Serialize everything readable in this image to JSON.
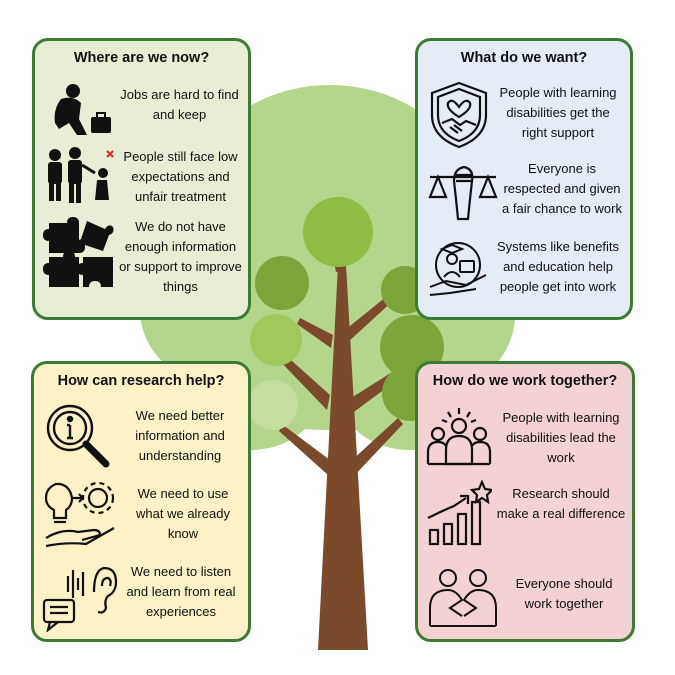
{
  "panels": {
    "now": {
      "title": "Where are we now?",
      "items": [
        {
          "text": "Jobs are hard to find and keep",
          "icon": "person-with-briefcase-icon"
        },
        {
          "text": "People still face low expectations and unfair treatment",
          "icon": "excluded-people-icon"
        },
        {
          "text": "We do not have enough information or support to improve things",
          "icon": "puzzle-pieces-icon"
        }
      ]
    },
    "want": {
      "title": "What do we want?",
      "items": [
        {
          "text": "People with learning disabilities get the right support",
          "icon": "heart-shield-handshake-icon"
        },
        {
          "text": "Everyone is respected and given a fair chance to work",
          "icon": "balance-scales-fist-icon"
        },
        {
          "text": "Systems like benefits and education help people get into work",
          "icon": "graduate-hand-briefcase-icon"
        }
      ]
    },
    "research": {
      "title": "How can research help?",
      "items": [
        {
          "text": "We need better information and understanding",
          "icon": "info-magnifier-icon"
        },
        {
          "text": "We need to use what we already know",
          "icon": "idea-gear-hand-icon"
        },
        {
          "text": "We need to listen and learn from real experiences",
          "icon": "ear-speech-icon"
        }
      ]
    },
    "together": {
      "title": "How do we work together?",
      "items": [
        {
          "text": "People with learning disabilities lead the work",
          "icon": "group-leader-icon"
        },
        {
          "text": "Research should make a real difference",
          "icon": "growth-chart-star-icon"
        },
        {
          "text": "Everyone should work together",
          "icon": "people-cooperating-icon"
        }
      ]
    }
  },
  "colors": {
    "border": "#3d7a35",
    "now_bg": "#e7eed5",
    "want_bg": "#e4ecf6",
    "research_bg": "#fcf2c6",
    "together_bg": "#f2d2d2",
    "canopy": "#b3d68a",
    "trunk": "#7a4a2b"
  }
}
